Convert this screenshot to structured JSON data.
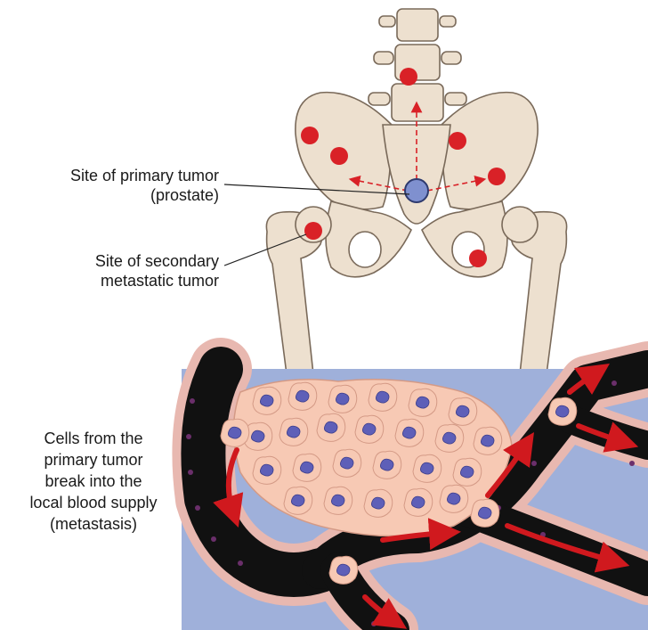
{
  "labels": {
    "primary_site": [
      "Site of primary tumor",
      "(prostate)"
    ],
    "secondary_site": [
      "Site of secondary",
      "metastatic tumor"
    ],
    "metastasis": [
      "Cells from the",
      "primary tumor",
      "break into the",
      "local blood supply",
      "(metastasis)"
    ]
  },
  "colors": {
    "bone": "#ede0cf",
    "bone_outline": "#7a6a5a",
    "secondary_tumor": "#d92127",
    "primary_tumor": "#7f90cf",
    "spread_arrow": "#d92127",
    "panel_background": "#9fb0da",
    "vessel_lumen": "#111111",
    "vessel_wall": "#e8b8b0",
    "tumor_cell": "#f7c9b4",
    "tumor_nucleus": "#5e5fb8",
    "blood_flow_arrow": "#d0191e"
  },
  "icons": [
    "skeleton-pelvis",
    "tumor-dot",
    "spread-arrow",
    "tumor-cell",
    "blood-flow-arrow"
  ]
}
